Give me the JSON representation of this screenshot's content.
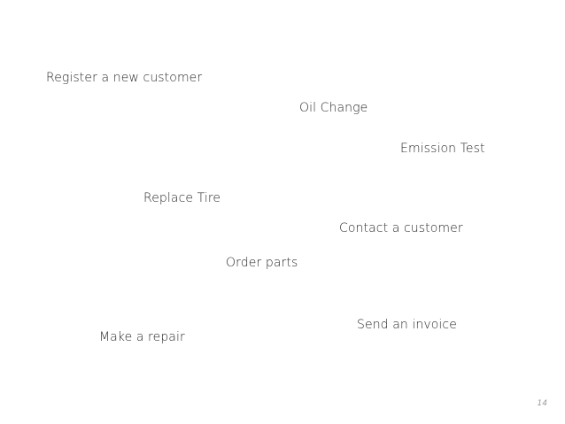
{
  "slide": {
    "items": [
      "Register a new customer",
      "Oil Change",
      "Emission Test",
      "Replace Tire",
      "Contact a customer",
      "Order parts",
      "Send an invoice",
      "Make a repair"
    ],
    "page_number": "14"
  }
}
